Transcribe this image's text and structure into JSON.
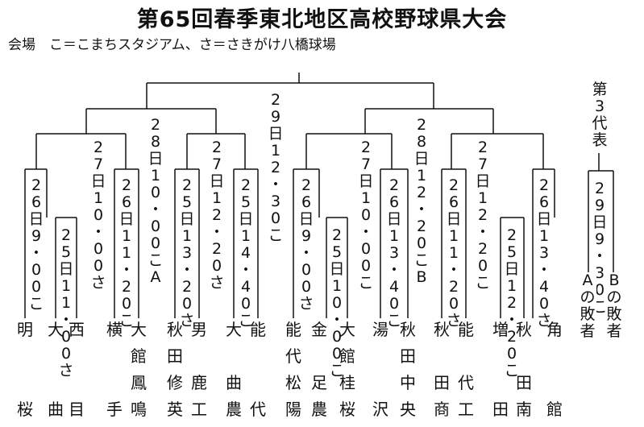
{
  "title": "第65回春季東北地区高校野球県大会",
  "venue": "会場　こ＝こまちスタジアム、さ＝さきがけ八橋球場",
  "bracket": {
    "final": "29日12・30こ",
    "semifinal_a": "28日10・00こA",
    "semifinal_b": "28日12・20こB",
    "quarterfinals": [
      "27日10・00さ",
      "27日12・20さ",
      "27日10・00こ",
      "27日12・20こ"
    ],
    "round2": [
      "26日9・00こ",
      "26日11・20こ",
      "25日13・20さ",
      "25日14・40こ",
      "26日9・00さ",
      "26日13・40こ",
      "26日11・20さ",
      "26日13・40さ"
    ],
    "round1": [
      "25日11・00さ",
      "25日10・00こ",
      "25日12・20こ"
    ],
    "third_place": {
      "label": "第3代表",
      "game": "29日9・30こ",
      "side_a": "Aの敗者",
      "side_b": "Bの敗者"
    }
  },
  "teams": [
    "明桜",
    "大曲",
    "西目",
    "横手",
    "大館鳳鳴",
    "秋田修英",
    "男鹿工",
    "大曲農",
    "能代",
    "能代松陽",
    "金足農",
    "大館桂桜",
    "湯沢",
    "秋田中央",
    "秋田商",
    "能代工",
    "増田",
    "秋田南",
    "角館"
  ]
}
